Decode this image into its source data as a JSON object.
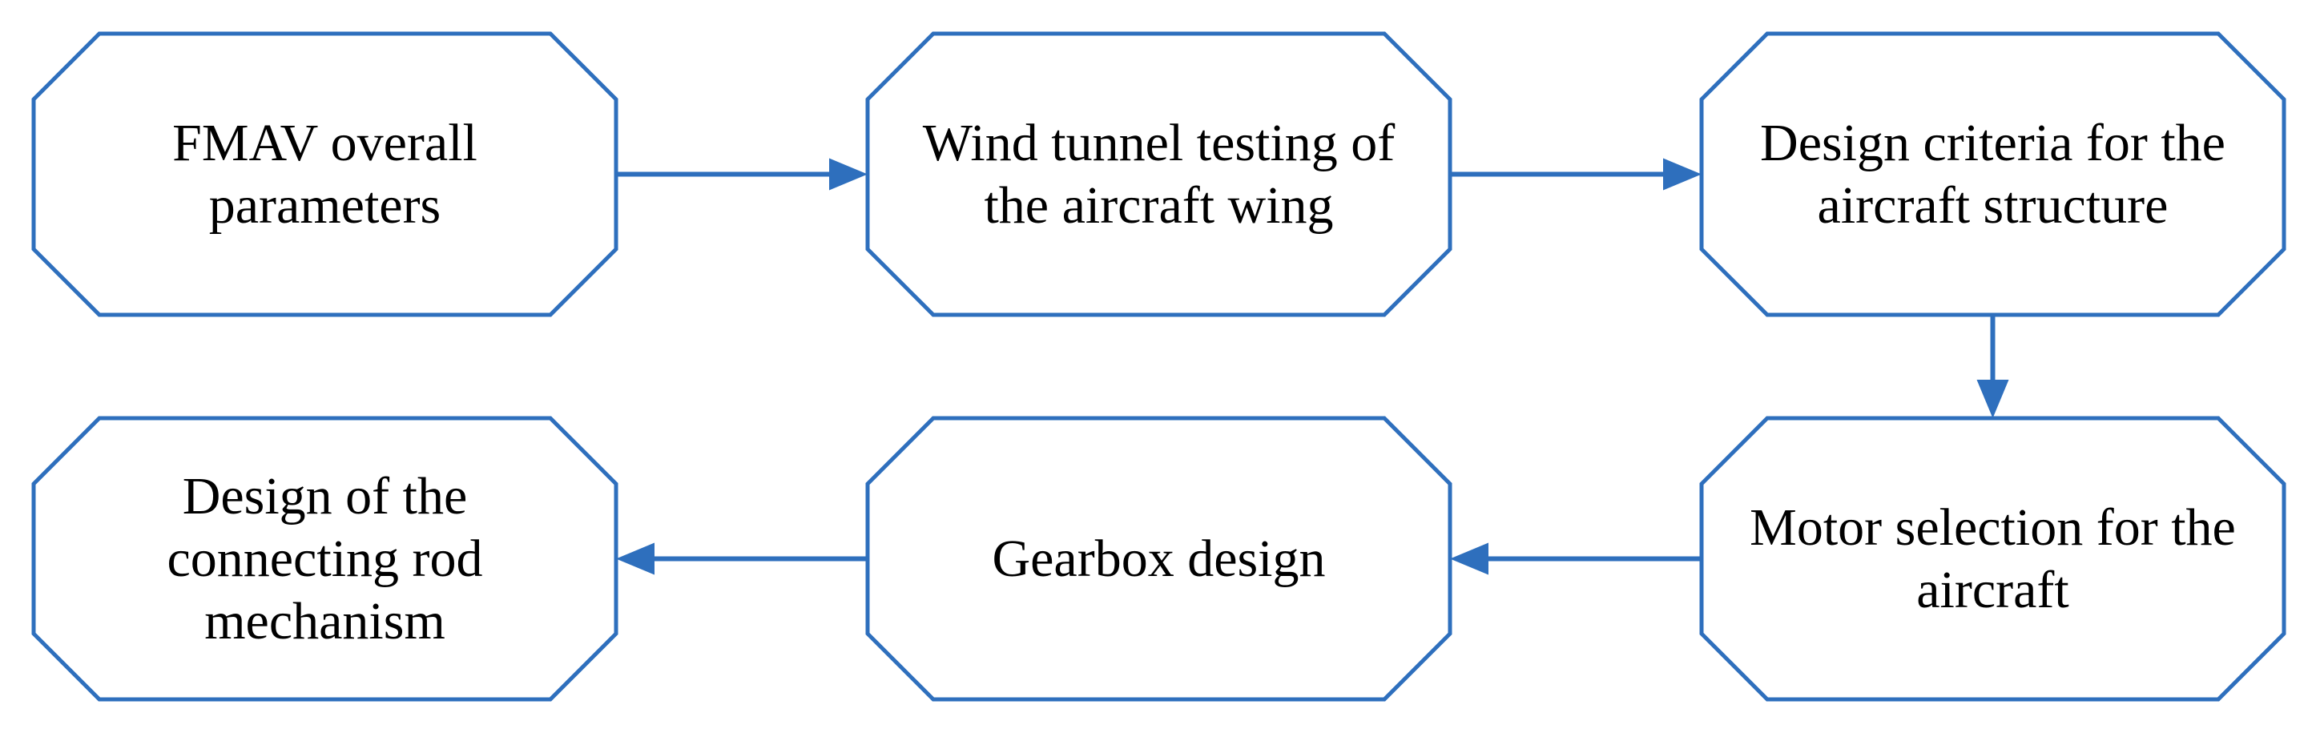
{
  "diagram": {
    "colors": {
      "stroke": "#2e6fbd",
      "arrow": "#2e6fbd",
      "fill": "#ffffff",
      "text": "#000000"
    },
    "nodes": [
      {
        "id": "fmav-overall-parameters",
        "lines": [
          "FMAV overall",
          "parameters"
        ]
      },
      {
        "id": "wind-tunnel-testing",
        "lines": [
          "Wind tunnel testing of",
          "the aircraft wing"
        ]
      },
      {
        "id": "design-criteria",
        "lines": [
          "Design criteria for the",
          "aircraft structure"
        ]
      },
      {
        "id": "motor-selection",
        "lines": [
          "Motor selection for the",
          "aircraft"
        ]
      },
      {
        "id": "gearbox-design",
        "lines": [
          "Gearbox design"
        ]
      },
      {
        "id": "connecting-rod-design",
        "lines": [
          "Design of the",
          "connecting rod",
          "mechanism"
        ]
      }
    ],
    "edges": [
      {
        "from": "fmav-overall-parameters",
        "to": "wind-tunnel-testing"
      },
      {
        "from": "wind-tunnel-testing",
        "to": "design-criteria"
      },
      {
        "from": "design-criteria",
        "to": "motor-selection"
      },
      {
        "from": "motor-selection",
        "to": "gearbox-design"
      },
      {
        "from": "gearbox-design",
        "to": "connecting-rod-design"
      }
    ]
  }
}
